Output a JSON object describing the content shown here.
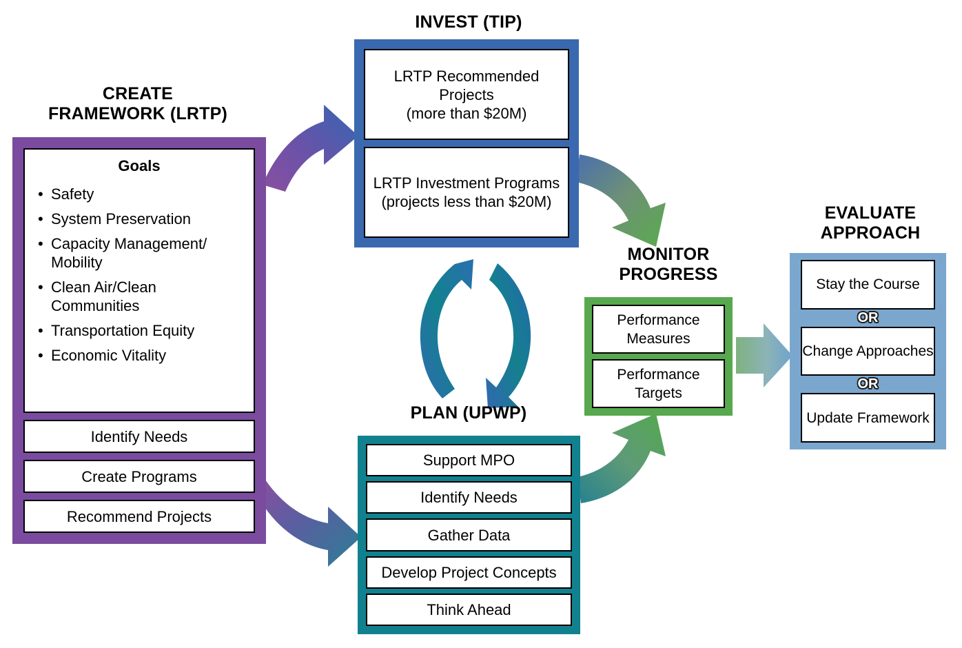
{
  "diagram": {
    "title_note": "MPO transportation planning process cycle",
    "colors": {
      "framework_purple": "#7A4B9F",
      "invest_blue": "#3B69AF",
      "plan_teal": "#12818F",
      "monitor_green": "#57A84E",
      "evaluate_blue": "#7BA7CE",
      "box_border": "#000000",
      "box_fill": "#FFFFFF"
    }
  },
  "stages": {
    "framework": {
      "title": "CREATE\nFRAMEWORK (LRTP)",
      "goals_heading": "Goals",
      "goals": [
        "Safety",
        "System Preservation",
        "Capacity Management/ Mobility",
        "Clean Air/Clean Communities",
        "Transportation Equity",
        "Economic Vitality"
      ],
      "steps": [
        "Identify Needs",
        "Create Programs",
        "Recommend Projects"
      ]
    },
    "invest": {
      "title": "INVEST (TIP)",
      "items": [
        "LRTP Recommended Projects\n(more than $20M)",
        "LRTP Investment Programs\n(projects less than $20M)"
      ]
    },
    "plan": {
      "title": "PLAN (UPWP)",
      "items": [
        "Support MPO",
        "Identify Needs",
        "Gather Data",
        "Develop Project Concepts",
        "Think Ahead"
      ]
    },
    "monitor": {
      "title": "MONITOR\nPROGRESS",
      "items": [
        "Performance Measures",
        "Performance Targets"
      ]
    },
    "evaluate": {
      "title": "EVALUATE\nAPPROACH",
      "items": [
        "Stay the Course",
        "Change Approaches",
        "Update Framework"
      ],
      "separator": "OR"
    }
  },
  "arrows": {
    "framework_to_invest": "curved-arrow-purple-blue",
    "framework_to_plan": "curved-arrow-purple-teal",
    "invest_to_monitor": "curved-arrow-blue-green",
    "plan_to_monitor": "curved-arrow-teal-green",
    "monitor_to_evaluate": "straight-arrow-green-blue",
    "invest_plan_cycle": "circular-cycle-arrows-blue-teal"
  }
}
